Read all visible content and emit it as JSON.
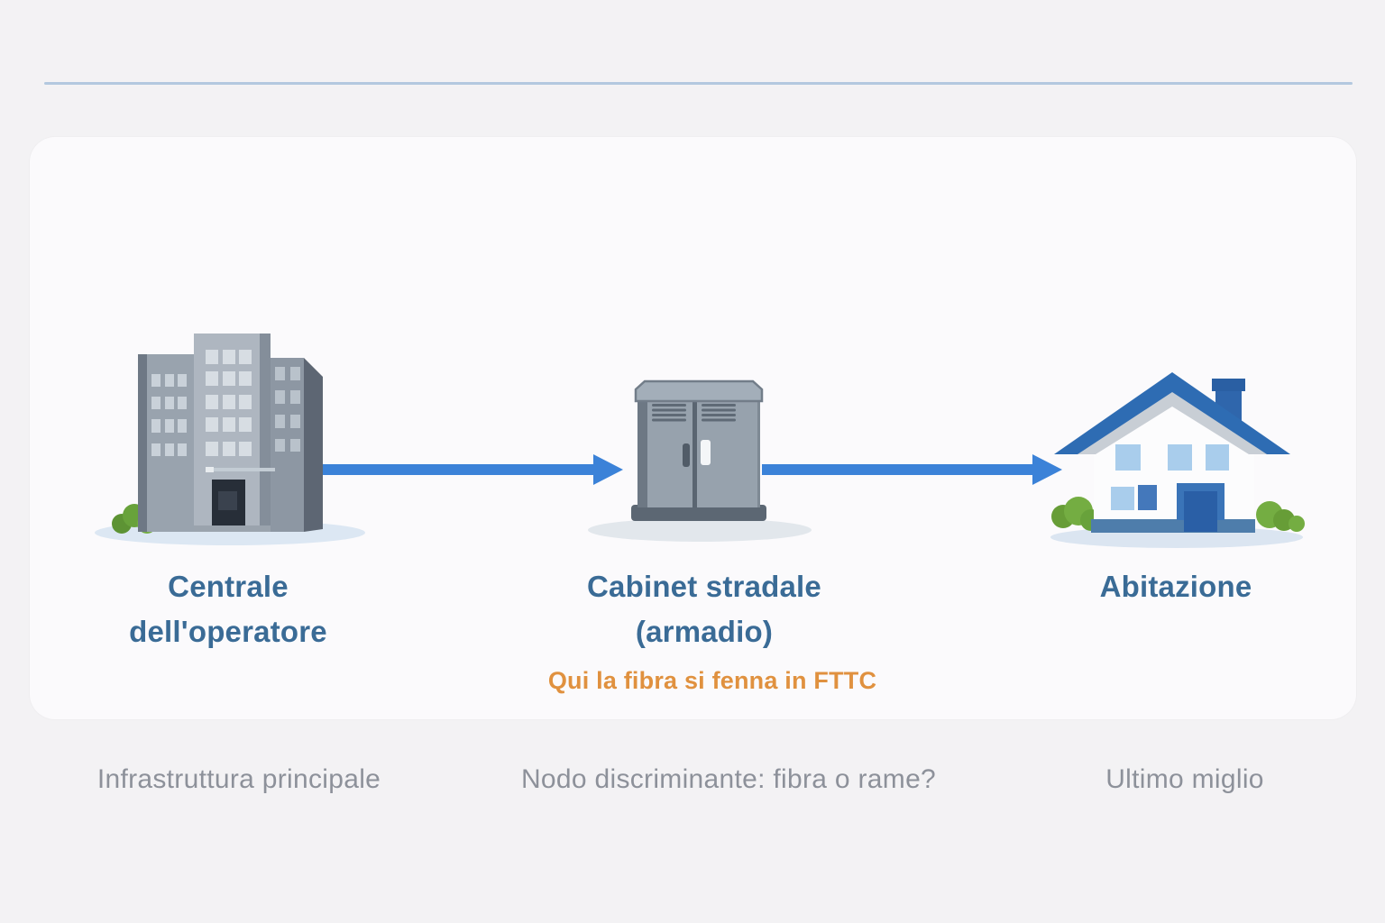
{
  "diagram": {
    "nodes": [
      {
        "id": "centrale-operatore",
        "icon": "building-icon",
        "label_line1": "Centrale",
        "label_line2": "dell'operatore",
        "footnote": "Infrastruttura principale"
      },
      {
        "id": "cabinet-stradale",
        "icon": "street-cabinet-icon",
        "label_line1": "Cabinet stradale",
        "label_line2": "(armadio)",
        "annotation": "Qui la fibra si fenna in FTTC",
        "footnote": "Nodo discriminante: fibra o rame?"
      },
      {
        "id": "abitazione",
        "icon": "house-icon",
        "label_line1": "Abitazione",
        "label_line2": "",
        "footnote": "Ultimo miglio"
      }
    ],
    "connections": [
      {
        "from": "centrale-operatore",
        "to": "cabinet-stradale",
        "style": "arrow-right"
      },
      {
        "from": "cabinet-stradale",
        "to": "abitazione",
        "style": "arrow-right"
      }
    ],
    "colors": {
      "background": "#f3f2f4",
      "card": "#fbfafc",
      "divider": "#b3c8df",
      "label_blue": "#3a6b96",
      "annotation_orange": "#e0913f",
      "footnote_gray": "#8d919a",
      "arrow_blue": "#3b82d8",
      "roof_blue": "#2e6cb3",
      "bush_green": "#74ad42"
    }
  }
}
